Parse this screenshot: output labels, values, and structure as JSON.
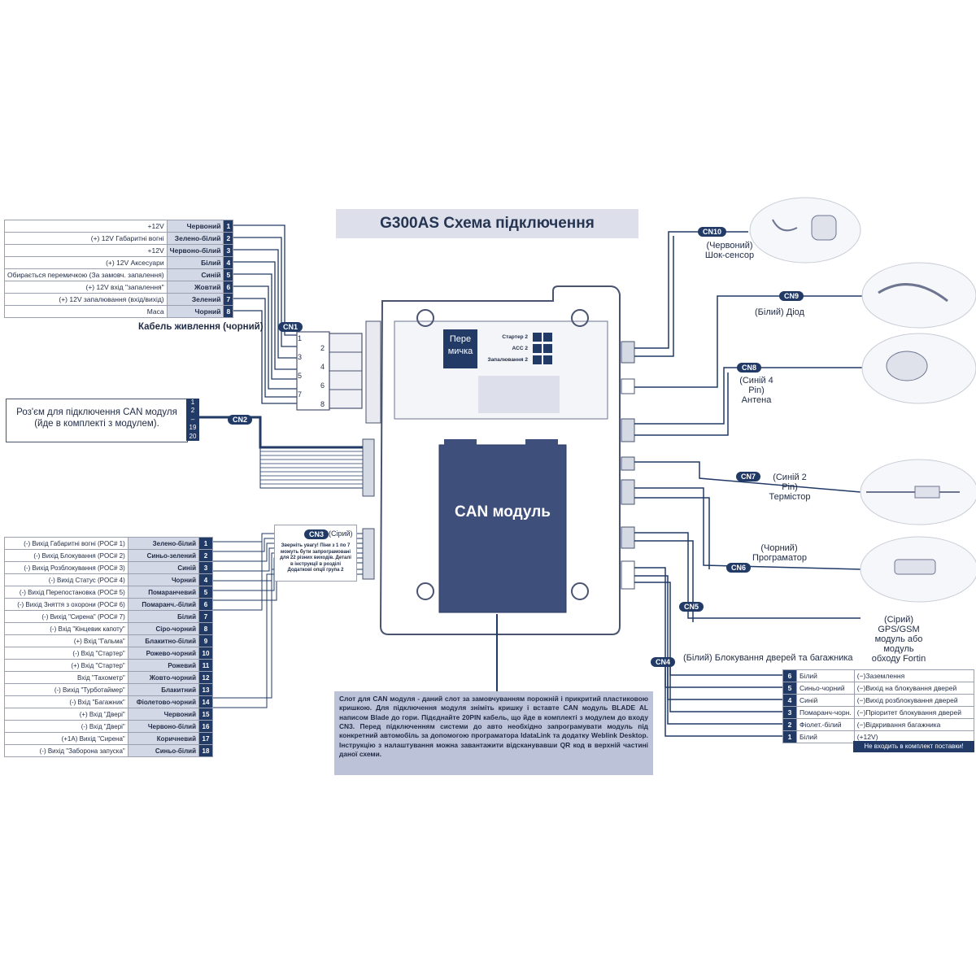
{
  "title": "G300AS Схема підключення",
  "power_cable": {
    "caption": "Кабель живлення (чорний)",
    "badge": "CN1",
    "rows": [
      {
        "desc": "+12V",
        "color": "Червоний",
        "num": "1"
      },
      {
        "desc": "(+) 12V Габаритні вогні",
        "color": "Зелено-білий",
        "num": "2"
      },
      {
        "desc": "+12V",
        "color": "Червоно-білий",
        "num": "3"
      },
      {
        "desc": "(+) 12V Аксесуари",
        "color": "Білий",
        "num": "4"
      },
      {
        "desc": "Обирається перемичкою (За замовч. запалення)",
        "color": "Синій",
        "num": "5"
      },
      {
        "desc": "(+) 12V вхід \"запалення\"",
        "color": "Жовтий",
        "num": "6"
      },
      {
        "desc": "(+) 12V запалювання (вхід/вихід)",
        "color": "Зелений",
        "num": "7"
      },
      {
        "desc": "Маса",
        "color": "Чорний",
        "num": "8"
      }
    ]
  },
  "cn1_connector_pins": [
    "1",
    "2",
    "3",
    "4",
    "5",
    "6",
    "7",
    "8"
  ],
  "can_cable": {
    "text": "Роз'єм для підключення CAN модуля (йде в комплекті з модулем).",
    "pins": [
      "1",
      "2",
      "–",
      "19",
      "20"
    ],
    "badge": "CN2"
  },
  "jumper": {
    "label": "Пере мичка",
    "rows": [
      "Стартер 2",
      "ACC 2",
      "Запалювання 2"
    ]
  },
  "can_module": {
    "label": "CAN модуль"
  },
  "cn3": {
    "badge": "CN3",
    "color": "(Сірий)",
    "warning": "Зверніть увагу! Піни з 1 по 7 можуть бути запрограмовані для 22 різних виходів. Деталі в інструкції в розділі Додаткові опції група 2",
    "rows": [
      {
        "desc": "(-) Вихід Габаритні вогні (POC# 1)",
        "color": "Зелено-білий",
        "num": "1"
      },
      {
        "desc": "(-) Вихід Блокування (POC# 2)",
        "color": "Синьо-зелений",
        "num": "2"
      },
      {
        "desc": "(-) Вихід Розблокування (POC# 3)",
        "color": "Синій",
        "num": "3"
      },
      {
        "desc": "(-) Вихід Статус (POC# 4)",
        "color": "Чорний",
        "num": "4"
      },
      {
        "desc": "(-) Вихід Перепостановка (POC# 5)",
        "color": "Помаранчевий",
        "num": "5"
      },
      {
        "desc": "(-) Вихід Зняття з охорони (POC# 6)",
        "color": "Помаранч.-білий",
        "num": "6"
      },
      {
        "desc": "(-) Вихід \"Сирена\" (POC# 7)",
        "color": "Білий",
        "num": "7"
      },
      {
        "desc": "(-) Вхід \"Кінцевик капоту\"",
        "color": "Сіро-чорний",
        "num": "8"
      },
      {
        "desc": "(+) Вхід \"Гальма\"",
        "color": "Блакитно-білий",
        "num": "9"
      },
      {
        "desc": "(-) Вхід \"Стартер\"",
        "color": "Рожево-чорний",
        "num": "10"
      },
      {
        "desc": "(+) Вхід \"Стартер\"",
        "color": "Рожевий",
        "num": "11"
      },
      {
        "desc": "Вхід \"Тахометр\"",
        "color": "Жовто-чорний",
        "num": "12"
      },
      {
        "desc": "(-) Вихід \"Турботаймер\"",
        "color": "Блакитний",
        "num": "13"
      },
      {
        "desc": "(-) Вхід \"Багажник\"",
        "color": "Фіолетово-чорний",
        "num": "14"
      },
      {
        "desc": "(+) Вхід \"Двері\"",
        "color": "Червоний",
        "num": "15"
      },
      {
        "desc": "(-) Вхід \"Двері\"",
        "color": "Червоно-білий",
        "num": "16"
      },
      {
        "desc": "(+1A) Вихід \"Сирена\"",
        "color": "Коричневий",
        "num": "17"
      },
      {
        "desc": "(-) Вихід \"Заборона запуска\"",
        "color": "Синьо-білий",
        "num": "18"
      }
    ]
  },
  "can_slot_note": "Слот для CAN модуля - даний слот за замовчуванням порожній і прикритий пластиковою кришкою. Для підключення модуля зніміть кришку і вставте CAN модуль BLADE AL написом Blade до гори. Підєднайте 20PIN кабель, що йде в комплекті з модулем до входу CN3. Перед підключенням системи до авто необхідно запрограмувати модуль під конкретний автомобіль за допомогою програматора IdataLink та додатку Weblink Desktop. Інструкцію з налаштування можна завантажити відсканувавши QR код в верхній частині даної схеми.",
  "right_connectors": {
    "cn10": {
      "badge": "CN10",
      "label1": "(Червоний)",
      "label2": "Шок-сенсор"
    },
    "cn9": {
      "badge": "CN9",
      "label1": "(Білий) Діод"
    },
    "cn8": {
      "badge": "CN8",
      "label1": "(Синій 4 Pin)",
      "label2": "Антена"
    },
    "cn7": {
      "badge": "CN7",
      "label1": "(Синій 2 Pin)",
      "label2": "Термістор"
    },
    "cn6": {
      "badge": "CN6",
      "label1": "(Чорний)",
      "label2": "Програматор"
    },
    "cn5": {
      "badge": "CN5",
      "label1": "(Сірий) GPS/GSM",
      "label2": "модуль або модуль",
      "label3": "обходу Fortin"
    },
    "cn4": {
      "badge": "CN4",
      "label1": "(Білий) Блокування дверей та багажника"
    }
  },
  "cn4_table": {
    "rows": [
      {
        "num": "6",
        "color": "Білий",
        "func": "(−)Заземлення"
      },
      {
        "num": "5",
        "color": "Синьо-чорний",
        "func": "(−)Вихід на блокування дверей"
      },
      {
        "num": "4",
        "color": "Синій",
        "func": "(−)Вихід розблокування дверей"
      },
      {
        "num": "3",
        "color": "Помаранч-чорн.",
        "func": "(−)Пріоритет блокування дверей"
      },
      {
        "num": "2",
        "color": "Фіолет.-білий",
        "func": "(−)Відкривання багажника"
      },
      {
        "num": "1",
        "color": "Білий",
        "func": "(+12V)"
      }
    ],
    "footer": "Не входить в комплект поставки!"
  }
}
